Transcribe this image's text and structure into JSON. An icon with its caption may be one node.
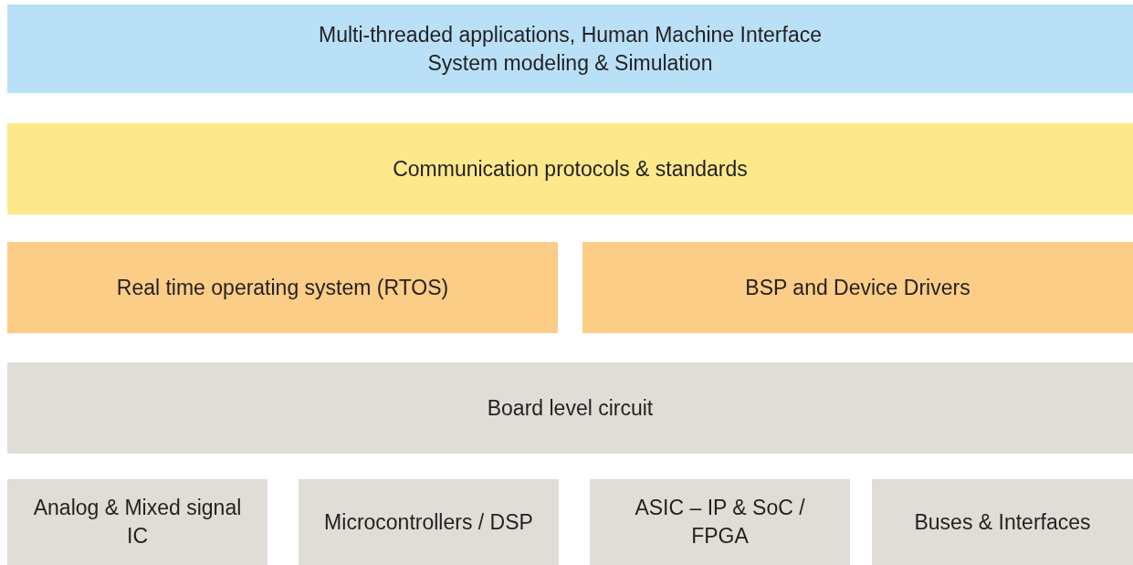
{
  "diagram": {
    "nodes": [
      {
        "text": [
          "Multi-threaded applications, Human Machine Interface",
          "System modeling & Simulation"
        ]
      },
      {
        "text": [
          "Communication protocols & standards"
        ]
      },
      {
        "text": [
          "Real time operating system (RTOS)"
        ]
      },
      {
        "text": [
          "BSP and Device Drivers"
        ]
      },
      {
        "text": [
          "Board level circuit"
        ]
      },
      {
        "text": [
          "Analog & Mixed signal IC"
        ]
      },
      {
        "text": [
          "Microcontrollers / DSP"
        ]
      },
      {
        "text": [
          "ASIC – IP & SoC / FPGA"
        ]
      },
      {
        "text": [
          "Buses & Interfaces"
        ]
      }
    ]
  }
}
